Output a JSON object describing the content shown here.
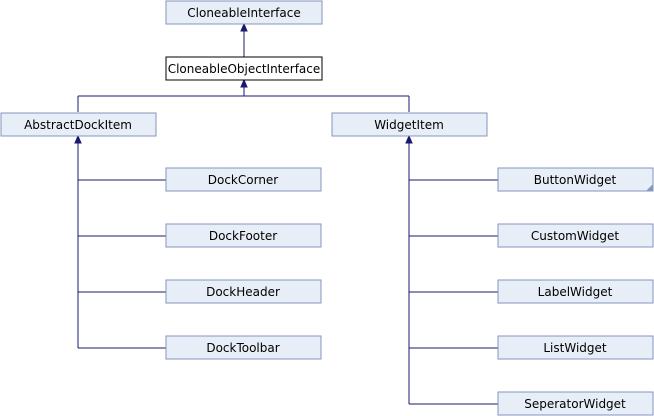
{
  "nodes": {
    "cloneable_interface": "CloneableInterface",
    "cloneable_object_interface": "CloneableObjectInterface",
    "abstract_dock_item": "AbstractDockItem",
    "widget_item": "WidgetItem",
    "dock_corner": "DockCorner",
    "dock_footer": "DockFooter",
    "dock_header": "DockHeader",
    "dock_toolbar": "DockToolbar",
    "button_widget": "ButtonWidget",
    "custom_widget": "CustomWidget",
    "label_widget": "LabelWidget",
    "list_widget": "ListWidget",
    "seperator_widget": "SeperatorWidget"
  },
  "colors": {
    "node_fill": "#e8eef7",
    "node_border": "#8497bd",
    "current_fill": "#ffffff",
    "current_border": "#000000",
    "edge": "#191970"
  }
}
